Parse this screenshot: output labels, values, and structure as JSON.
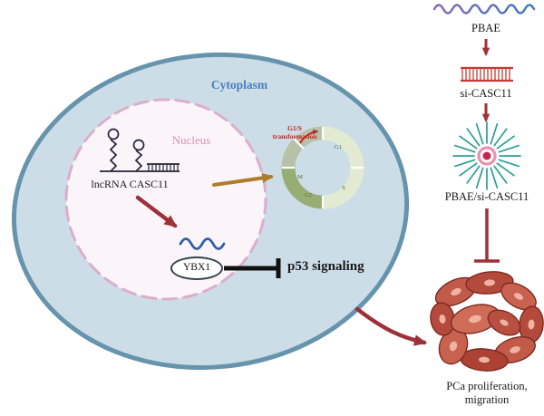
{
  "cell": {
    "cytoplasm": "Cytoplasm",
    "nucleus": "Nucleus",
    "lncrna": "lncRNA CASC11",
    "ybx1": "YBX1",
    "p53": "p53 signaling"
  },
  "cell_cycle": {
    "annotation": "G1/S transformation",
    "phases": [
      "G1",
      "S",
      "G2",
      "M"
    ]
  },
  "delivery": {
    "pbae": "PBAE",
    "si_casc11": "si-CASC11",
    "complex": "PBAE/si-CASC11",
    "outcome": "PCa proliferation, migration"
  },
  "colors": {
    "cell_fill": "#ccdde8",
    "cell_border": "#6694ac",
    "nucleus_border": "#dcaecb",
    "arrow_red": "#9e3039",
    "arrow_brown": "#ad7d2c",
    "inhibit_black": "#111111",
    "rna_blue": "#2d5fa6",
    "nanoparticle_teal": "#2f9e98",
    "sirna_red": "#c23b34",
    "cytoplasm_text": "#4a7fc1",
    "nucleus_text": "#d795b8",
    "annotation_red": "#cc2222",
    "pca_cell_fill": "#c25a4a"
  }
}
